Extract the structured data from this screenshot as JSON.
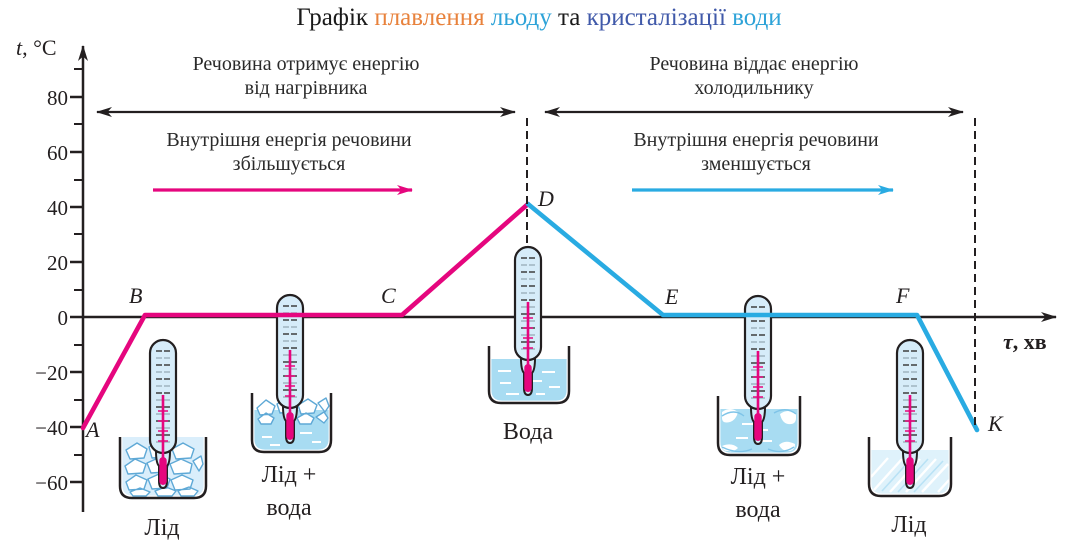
{
  "palette": {
    "ink": "#231f20",
    "orange": "#e8823c",
    "cyan_text": "#2ea3d8",
    "blue_text": "#4059a9",
    "magenta_curve": "#e5067e",
    "cyan_curve": "#29abe2",
    "water": "#a8dcf2",
    "thermometer_fill": "#d6ecf9"
  },
  "title": {
    "parts": [
      {
        "text": "Графік ",
        "color": "#1a1a1a"
      },
      {
        "text": "плавлення ",
        "color": "#e8823c"
      },
      {
        "text": "льоду ",
        "color": "#2ea3d8"
      },
      {
        "text": "та ",
        "color": "#1a1a1a"
      },
      {
        "text": "кристалізації ",
        "color": "#4059a9"
      },
      {
        "text": "води",
        "color": "#2ea3d8"
      }
    ]
  },
  "axes": {
    "y_label_var": "t",
    "y_label_unit": ", °C",
    "x_label_var": "τ",
    "x_label_unit": ", хв",
    "y_ticks": [
      "80",
      "60",
      "40",
      "20",
      "0",
      "−20",
      "−40",
      "−60"
    ]
  },
  "annotations": {
    "heating": {
      "line1": "Речовина отримує енергію",
      "line2": "від нагрівника"
    },
    "cooling": {
      "line1": "Речовина віддає енергію",
      "line2": "холодильнику"
    },
    "energy_up": {
      "line1": "Внутрішня енергія речовини",
      "line2": "збільшується"
    },
    "energy_down": {
      "line1": "Внутрішня енергія речовини",
      "line2": "зменшується"
    }
  },
  "points": {
    "a": "A",
    "b": "B",
    "c": "C",
    "d": "D",
    "e": "E",
    "f": "F",
    "k": "K"
  },
  "beakers": [
    {
      "id": "ice-left",
      "caption_lines": [
        "Лід"
      ]
    },
    {
      "id": "ice-water-left",
      "caption_lines": [
        "Лід +",
        "вода"
      ]
    },
    {
      "id": "water",
      "caption_lines": [
        "Вода"
      ]
    },
    {
      "id": "ice-water-right",
      "caption_lines": [
        "Лід +",
        "вода"
      ]
    },
    {
      "id": "ice-right",
      "caption_lines": [
        "Лід"
      ]
    }
  ],
  "chart_data": {
    "type": "line",
    "title": "Графік плавлення льоду та кристалізації води",
    "xlabel": "τ, хв",
    "ylabel": "t, °C",
    "ylim": [
      -60,
      80
    ],
    "y_tick_step": 20,
    "x_values_shown": false,
    "grid": false,
    "series": [
      {
        "name": "нагрівання (речовина отримує енергію від нагрівника)",
        "color": "#e5067e",
        "points": [
          {
            "label": "A",
            "x_rel": 0.0,
            "t": -40
          },
          {
            "label": "B",
            "x_rel": 0.07,
            "t": 0
          },
          {
            "label": "C",
            "x_rel": 0.36,
            "t": 0
          },
          {
            "label": "D",
            "x_rel": 0.5,
            "t": 40
          }
        ]
      },
      {
        "name": "охолодження (речовина віддає енергію холодильнику)",
        "color": "#29abe2",
        "points": [
          {
            "label": "D",
            "x_rel": 0.5,
            "t": 40
          },
          {
            "label": "E",
            "x_rel": 0.65,
            "t": 0
          },
          {
            "label": "F",
            "x_rel": 0.93,
            "t": 0
          },
          {
            "label": "K",
            "x_rel": 1.0,
            "t": -40
          }
        ]
      }
    ],
    "segments": [
      {
        "from": "A",
        "to": "B",
        "state": "Лід"
      },
      {
        "from": "B",
        "to": "C",
        "state": "Лід + вода"
      },
      {
        "from": "C",
        "to": "D",
        "state": "Вода"
      },
      {
        "from": "D",
        "to": "E",
        "state": "Вода"
      },
      {
        "from": "E",
        "to": "F",
        "state": "Лід + вода"
      },
      {
        "from": "F",
        "to": "K",
        "state": "Лід"
      }
    ]
  }
}
